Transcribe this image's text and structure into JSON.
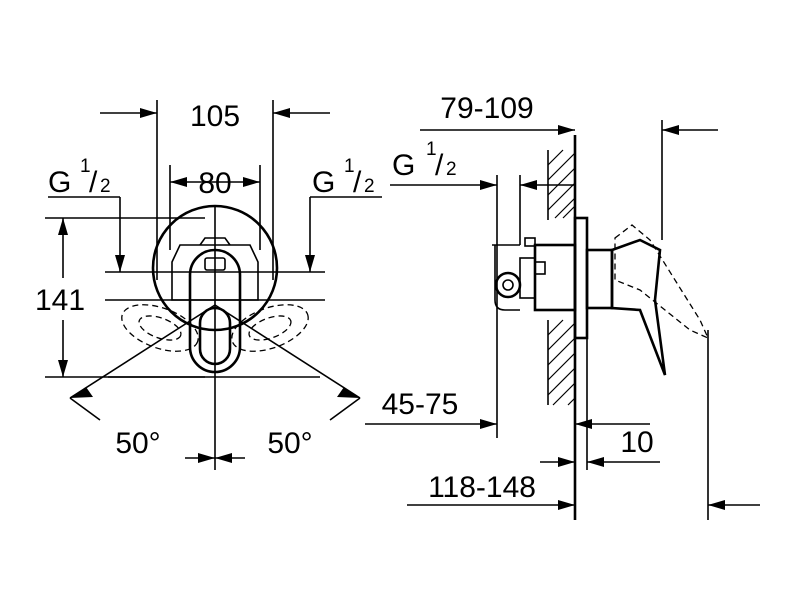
{
  "front_view": {
    "dim_width_outer": "105",
    "dim_width_inner": "80",
    "dim_height": "141",
    "thread_left": {
      "base": "G",
      "num": "1",
      "den": "2"
    },
    "thread_right": {
      "base": "G",
      "num": "1",
      "den": "2"
    },
    "angle_left": "50°",
    "angle_right": "50°"
  },
  "side_view": {
    "dim_projection_top": "79-109",
    "thread": {
      "base": "G",
      "num": "1",
      "den": "2"
    },
    "dim_wall_depth": "45-75",
    "dim_plate": "10",
    "dim_total_depth": "118-148"
  }
}
